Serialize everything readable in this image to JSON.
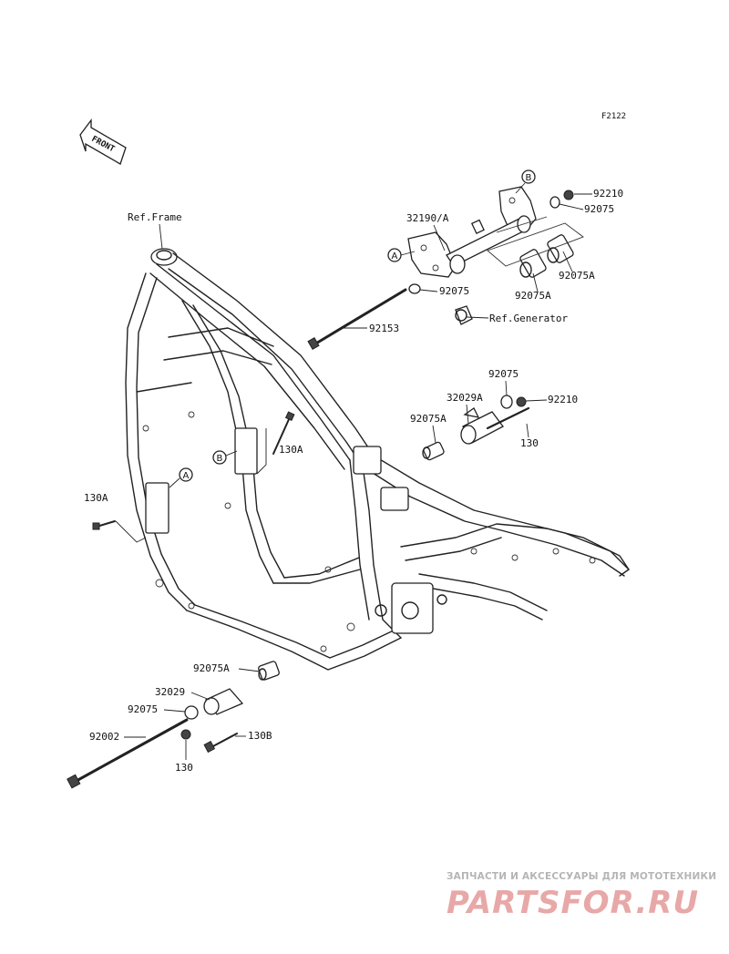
{
  "diagram_code": "F2122",
  "front_label": "FRONT",
  "labels": {
    "ref_frame": "Ref.Frame",
    "ref_generator": "Ref.Generator",
    "p32190A": "32190/A",
    "p92210_top": "92210",
    "p92075_top": "92075",
    "p92075A_r": "92075A",
    "p92075A_l": "92075A",
    "p92075_mid": "92075",
    "p92153": "92153",
    "p92075_r2": "92075",
    "p32029A": "32029A",
    "p92210_r2": "92210",
    "p92075A_r2": "92075A",
    "p130_r2": "130",
    "p130A_mid": "130A",
    "p130A_left": "130A",
    "p92075A_b": "92075A",
    "p32029_b": "32029",
    "p92075_b": "92075",
    "p92002": "92002",
    "p130B": "130B",
    "p130_b": "130"
  },
  "callouts": {
    "a_top": "A",
    "b_top": "B",
    "b_mid": "B",
    "a_left": "A"
  },
  "watermark": {
    "top_text": "ЗАПЧАСТИ И АКСЕССУАРЫ ДЛЯ МОТОТЕХНИКИ",
    "logo_text": "PARTSFOR.RU"
  },
  "colors": {
    "line": "#222222",
    "watermark_text": "#b5b5b5",
    "watermark_logo": "#e8a8a8"
  }
}
